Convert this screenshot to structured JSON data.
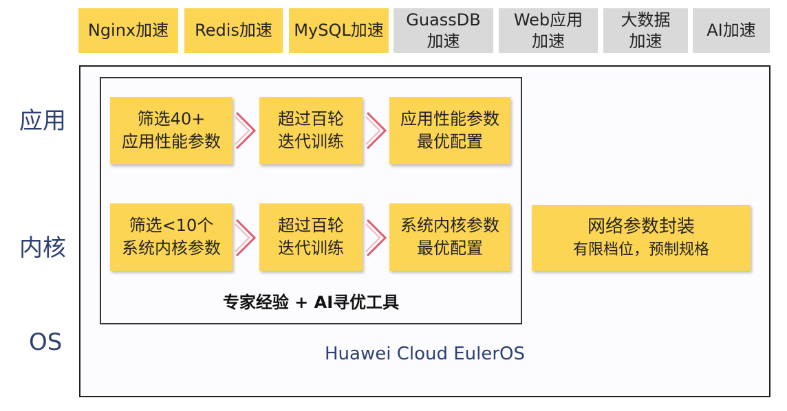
{
  "top_tabs": [
    {
      "label": "Nginx加速"
    },
    {
      "label": "Redis加速"
    },
    {
      "label": "MySQL加速"
    },
    {
      "label": "GuassDB\n加速"
    },
    {
      "label": "Web应用\n加速"
    },
    {
      "label": "大数据\n加速"
    },
    {
      "label": "AI加速"
    }
  ],
  "layers": {
    "app": "应用",
    "kernel": "内核",
    "os": "OS"
  },
  "app_row": [
    {
      "text": "筛选40+\n应用性能参数"
    },
    {
      "text": "超过百轮\n迭代训练"
    },
    {
      "text": "应用性能参数\n最优配置"
    }
  ],
  "kernel_row": [
    {
      "text": "筛选<10个\n系统内核参数"
    },
    {
      "text": "超过百轮\n迭代训练"
    },
    {
      "text": "系统内核参数\n最优配置"
    }
  ],
  "inner_caption": "专家经验 + AI寻优工具",
  "network_box": {
    "title": "网络参数封装",
    "subtitle": "有限档位，预制规格"
  },
  "os_caption": "Huawei Cloud EulerOS",
  "colors": {
    "highlight": "#fcd554",
    "inactive": "#d9d9d9",
    "arrow": "#e05a6e",
    "label": "#2d3f73"
  }
}
